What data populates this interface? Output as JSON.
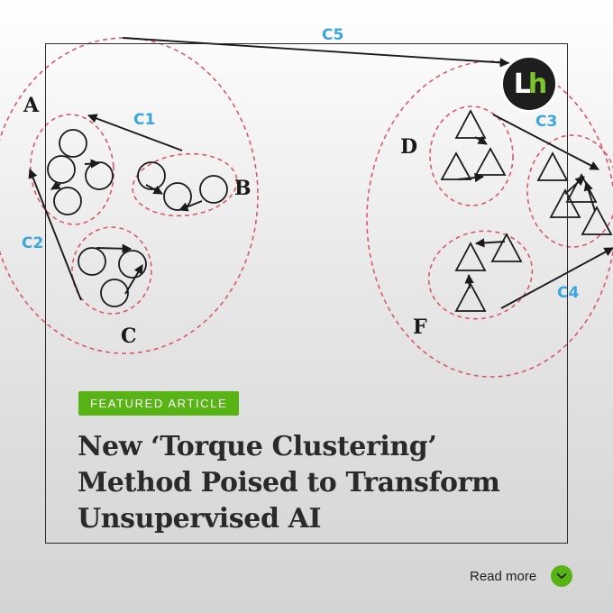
{
  "diagram": {
    "cluster_labels": [
      "A",
      "B",
      "C",
      "D",
      "F"
    ],
    "connection_labels": [
      "C1",
      "C2",
      "C3",
      "C4",
      "C5"
    ]
  },
  "brand": {
    "logo_l": "L",
    "logo_h": "h"
  },
  "article": {
    "badge": "FEATURED ARTICLE",
    "title_line1": "New ‘Torque Clustering’",
    "title_line2": "Method Poised to Transform",
    "title_line3": "Unsupervised AI"
  },
  "cta": {
    "label": "Read more",
    "icon": "chevron-down-icon"
  },
  "colors": {
    "accent_green": "#57b414",
    "cluster_dash": "#d9596b",
    "connection_label": "#3aa6dd",
    "headline": "#2a2a2a"
  }
}
